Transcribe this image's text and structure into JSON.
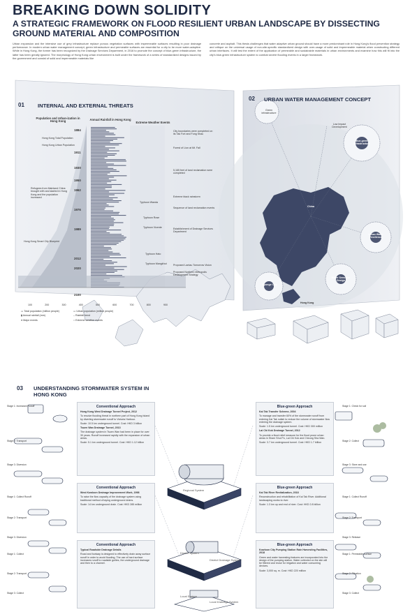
{
  "header": {
    "title": "BREAKING DOWN SOLIDITY",
    "subtitle": "A STRATEGIC FRAMEWORK ON FLOOD RESILIENT URBAN LANDSCAPE BY DISSECTING GROUND MATERIAL AND COMPOSITION"
  },
  "intro": {
    "left": "Urban expansion and the intensive use of grey infrastructure replace porous vegetation surfaces with impermeable surfaces resulting in poor drainage performance. In modern urban water management concept, green infrastructure and permeable surfaces are essential for a city to be more water-adaptive. While in Hong Kong, the former has been recognized by the Drainage Services Department, in 2016 to promote the concept of blue-green infrastructure, the latter has been greatly ignored. The morphology of Hong Kong urban environment is built under the framework of a series of standardized designs issued by the government and consist of solid and impermeable materials like",
    "right": "concrete and asphalt. This thesis challenges that water adaptive urban ground should have a more predominant role in Hong Kong's flood prevention strategy and critique on the universal usage of non-site-specific standardized design with over-usage of solid and impermeable material when constructing different urban interfaces. It will test the extent of the application of permeable and sustainable materials in urban environments and examine how this will fit into the city's blue-green infrastructure system to combat severe flooding events in a larger framework."
  },
  "section1": {
    "num": "01",
    "title": "INTERNAL AND EXTERNAL THREATS",
    "col_population": "Population and Urban-ization in Hong Kong",
    "col_rainfall": "Annual Rainfall in Hong Kong",
    "col_weather": "Extreme Weather Events",
    "years": [
      "1884",
      "1911",
      "1930",
      "1950",
      "1962",
      "1976",
      "1989",
      "2012",
      "2020",
      "2100"
    ],
    "labels_left": [
      "Hong Kong Total Population",
      "Hong Kong Urban Population",
      "Refugees from Mainland China brought with and started in Hong Kong and the population increased",
      "Hong Kong Smart City Blueprint"
    ],
    "labels_mid": [
      "Typhoon Wanda",
      "Typhoon Rose",
      "Typhoon Vicente",
      "Typhoon Hato",
      "Typhoon Mangkhut"
    ],
    "labels_right": [
      "City boundaries were completed on its Tak Fort and Fong Shau",
      "Forest of Lion at Mt. Fall",
      "5,165 feet of land reclamation were completed",
      "Extreme black rainstorm",
      "Sequence of land reclamation events",
      "Establishment of Drainage Services Department",
      "Proposed Lantau Tomorrow Vision",
      "Proposed Northern Metropolis Development Strategy"
    ],
    "x_ticks": [
      "100",
      "200",
      "300",
      "400",
      "500",
      "600",
      "700",
      "800",
      "900"
    ],
    "legend": [
      "Total population (million people)",
      "Urban population (million people)",
      "Annual rainfall (mm)",
      "Rainfall trend",
      "Major events",
      "Extreme weather events"
    ]
  },
  "section2": {
    "num": "02",
    "title": "URBAN WATER MANAGEMENT CONCEPT",
    "nodes": [
      "Green infrastructure",
      "Blue-green infrastructure",
      "Urban Water Resilience",
      "Water Sensitive Design",
      "Sponge City",
      "Low Impact Development"
    ],
    "map_labels": [
      "China",
      "Hong Kong"
    ]
  },
  "section3": {
    "num": "03",
    "title": "UNDERSTANDING STORMWATER SYSTEM IN HONG KONG",
    "rows": [
      {
        "conv_head": "Conventional Approach",
        "conv_name": "Hong Kong West Drainage Tunnel Project, 2012",
        "conv_text": "To resolve flooding threat in northern part of Hong Kong Island by diverting stormwater runoff to Victoria Harbour.",
        "conv_cost": "Scale: 10.5 km underground tunnel. Cost: HKD 3 billion",
        "conv_name2": "Tsuen Wan Drainage Tunnel, 2013",
        "conv_text2": "The drainage system in Tsuen Wan had been in place for over 30 years. Runoff increased rapidly with the expansion of urban areas.",
        "conv_cost2": "Scale: 5.1 km underground tunnel. Cost: HKD 1.12 billion",
        "system": "Regional System",
        "bg_head": "Blue-green Approach",
        "bg_name": "Kai Tak Transfer Scheme, 2004",
        "bg_text": "To manage and transfer 60% of the stormwater runoff from entering Kai Tak nullah to reduce the volume of stormwater flow entering the drainage system.",
        "bg_cost": "Scale: 1.5 km underground tunnel. Cost: HKD 300 million",
        "bg_name2": "Lai Chi Kok Drainage Tunnel, 2012",
        "bg_text2": "To provide a flood relief measure for the flood prone urban areas in Sham Shui Po, Lai Chi Kok and Cheung Sha Wan.",
        "bg_cost2": "Scale: 3.7 km underground tunnel. Cost: HKD 1.7 billion",
        "stages_left": [
          "Stage 1: Increased Runoff",
          "Stage 2: Transport",
          "Stage 3: Diversion"
        ],
        "stages_right": [
          "Stage 1: Check for soil",
          "Stage 2: Collect",
          "Stage 3: Store and use"
        ]
      },
      {
        "conv_head": "Conventional Approach",
        "conv_name": "West Kowloon Drainage Improvement Work, 1998",
        "conv_text": "To raise the flow capacity of the drainage system using traditional method of laying underground drains.",
        "conv_cost": "Scale: 14 km underground drain. Cost: HKD 285 million",
        "system": "District System",
        "system2": "District Drainage System",
        "bg_head": "Blue-green Approach",
        "bg_name": "Kai Tak River Revitalization, 2018",
        "bg_text": "Reconstruction and rehabilitation of Kai Tak River. Additional landscaping works to river.",
        "bg_cost": "Scale: 1.3 km up and end of river. Cost: HKD 2.8 billion",
        "stages_left": [
          "Stage 1: Collect Runoff",
          "Stage 2: Transport",
          "Stage 3: Diversion"
        ],
        "stages_right": [
          "Stage 1: Collect Runoff",
          "Stage 2: Transport",
          "Stage 3: Release"
        ]
      },
      {
        "conv_head": "Conventional Approach",
        "conv_name": "Typical Roadside Drainage Details",
        "conv_text": "Road and footway is designed to effectively drain away surface runoff in order to avoid flooding. The use of hard surface increases runoff to roadside gullies, the underground drainage and then to a channel.",
        "system": "Local System",
        "system2": "Local Drainage System",
        "bg_head": "Blue-green Approach",
        "bg_name": "Kowloon City Pumping Station Rain Harvesting Facilities, 2018",
        "bg_text": "Green and water harvesting features are incorporated into the design of the pumping station. Water collected on the site will be filtered and reuse for irrigation and water consuming devices.",
        "bg_cost": "Scale: 3,000 sq. m. Cost: HKD 220 million",
        "stages_left": [
          "Stage 1: Collect",
          "Stage 2: Transport",
          "Stage 3: Collect"
        ],
        "stages_right": [
          "Stage 1: Permeable surface",
          "Stage 2: Filtration",
          "Stage 3: Collect"
        ]
      }
    ]
  }
}
